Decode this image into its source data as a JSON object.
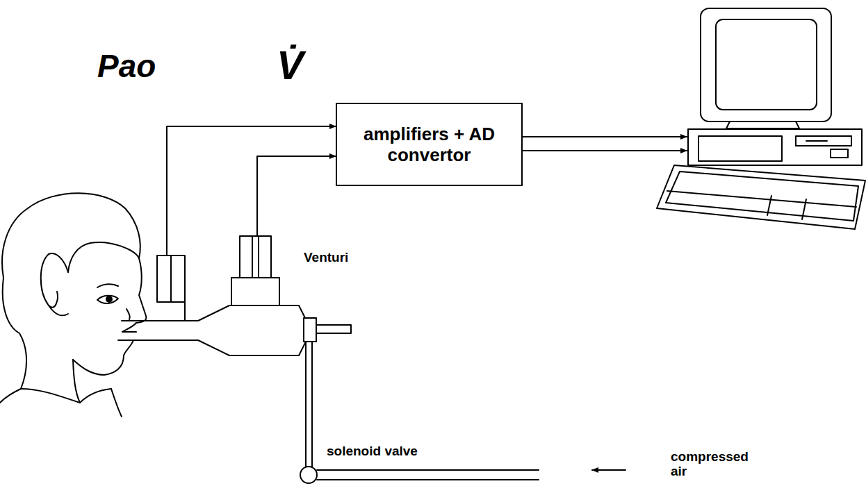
{
  "diagram": {
    "nodes": [
      {
        "text": [
          "amplifiers + AD convertor"
        ]
      }
    ],
    "labels": [
      "Pao",
      "V̇",
      "Venturi",
      "solenoid valve",
      "compressed air"
    ]
  }
}
